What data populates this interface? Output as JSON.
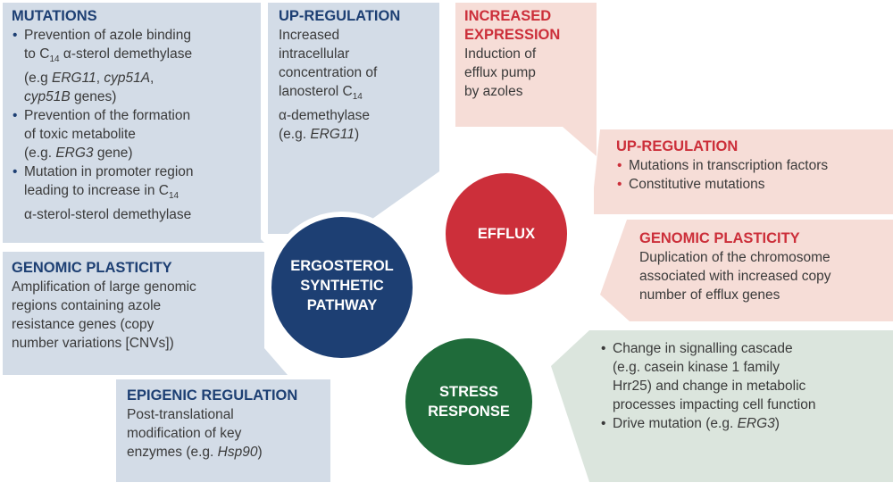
{
  "colors": {
    "blue_panel": "#d3dce7",
    "red_panel": "#f6ddd7",
    "green_panel": "#dbe5dd",
    "blue_circle": "#1d3f73",
    "red_circle": "#cc2f3a",
    "green_circle": "#1f6b3a",
    "blue_title": "#1d3f73",
    "red_title": "#cc2f3a"
  },
  "circles": {
    "ergosterol": [
      "ERGOSTEROL",
      "SYNTHETIC",
      "PATHWAY"
    ],
    "efflux": "EFFLUX",
    "stress": [
      "STRESS",
      "RESPONSE"
    ]
  },
  "mutations": {
    "title": "MUTATIONS",
    "b1": [
      "Prevention of azole binding",
      "to C",
      "14",
      " α-sterol demethylase",
      "(e.g ",
      "ERG11",
      ", ",
      "cyp51A",
      ",",
      "cyp51B",
      " genes)"
    ],
    "b2": [
      "Prevention of the formation",
      "of toxic metabolite",
      "(e.g. ",
      "ERG3",
      " gene)"
    ],
    "b3": [
      "Mutation in promoter region",
      "leading to increase in C",
      "14",
      "α-sterol-sterol demethylase"
    ]
  },
  "upreg_blue": {
    "title": "UP-REGULATION",
    "lines": [
      "Increased",
      "intracellular",
      "concentration of",
      "lanosterol C",
      "14",
      "α-demethylase",
      "(e.g. ",
      "ERG11",
      ")"
    ]
  },
  "genomic_blue": {
    "title": "GENOMIC PLASTICITY",
    "lines": [
      "Amplification of large genomic",
      "regions containing azole",
      "resistance genes (copy",
      "number variations [CNVs])"
    ]
  },
  "epigenic": {
    "title": "EPIGENIC REGULATION",
    "lines": [
      "Post-translational",
      "modification of key",
      "enzymes (e.g. ",
      "Hsp90",
      ")"
    ]
  },
  "increased_expr": {
    "title": [
      "INCREASED",
      "EXPRESSION"
    ],
    "lines": [
      "Induction of",
      "efflux pump",
      "by azoles"
    ]
  },
  "upreg_red": {
    "title": "UP-REGULATION",
    "items": [
      "Mutations in transcription factors",
      "Constitutive mutations"
    ]
  },
  "genomic_red": {
    "title": "GENOMIC PLASTICITY",
    "lines": [
      "Duplication of the chromosome",
      "associated with increased copy",
      "number of efflux genes"
    ]
  },
  "stress_box": {
    "b1": [
      "Change in signalling cascade",
      "(e.g. casein kinase 1 family",
      "Hrr25) and change in metabolic",
      "processes impacting cell function"
    ],
    "b2": [
      "Drive mutation (e.g. ",
      "ERG3",
      ")"
    ]
  }
}
